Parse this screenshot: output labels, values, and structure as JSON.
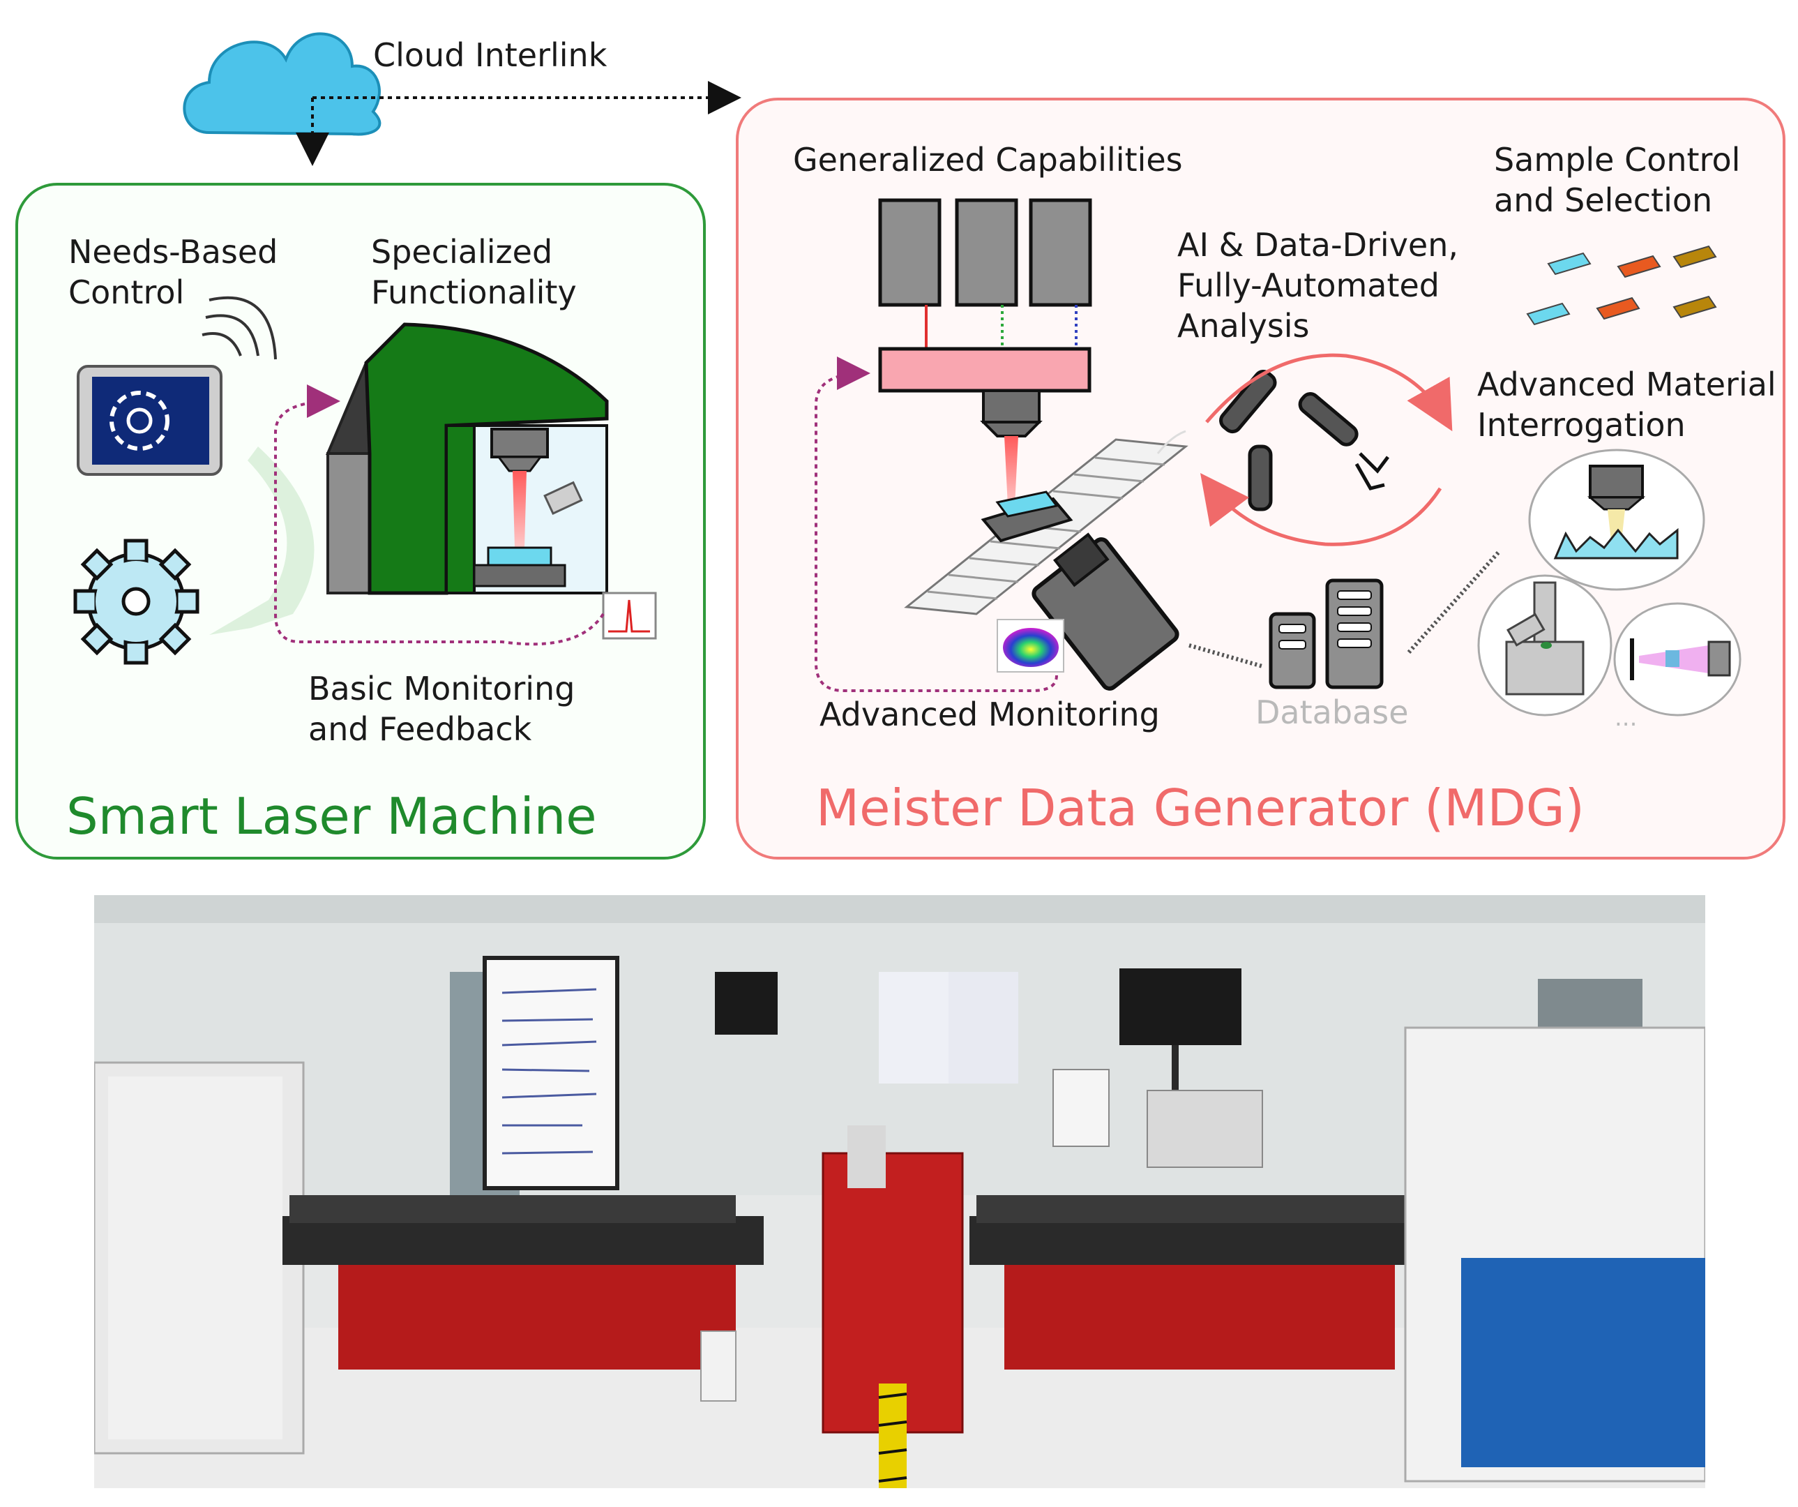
{
  "cloud": {
    "label": "Cloud Interlink"
  },
  "smart_laser_machine": {
    "title": "Smart Laser Machine",
    "needs_based_control": [
      "Needs-Based",
      "Control"
    ],
    "specialized_functionality": [
      "Specialized",
      "Functionality"
    ],
    "basic_monitoring": [
      "Basic Monitoring",
      "and Feedback"
    ]
  },
  "mdg": {
    "title": "Meister Data Generator (MDG)",
    "generalized_capabilities": "Generalized Capabilities",
    "ai_analysis": [
      "AI & Data-Driven,",
      "Fully-Automated",
      "Analysis"
    ],
    "sample_control": [
      "Sample Control",
      "and Selection"
    ],
    "advanced_interrogation": [
      "Advanced Material",
      "Interrogation"
    ],
    "advanced_monitoring": "Advanced Monitoring",
    "database": "Database",
    "more": "..."
  },
  "colors": {
    "green": "#1f8a2c",
    "red": "#f06a6a",
    "purple": "#a0307a",
    "cyan": "#59c9e8"
  },
  "icons": [
    "cloud-icon",
    "tablet-gear-icon",
    "gear-icon",
    "laser-machine-icon",
    "robot-arm-icon",
    "camera-icon",
    "database-icon",
    "spectrum-icon",
    "thermal-map-icon"
  ]
}
